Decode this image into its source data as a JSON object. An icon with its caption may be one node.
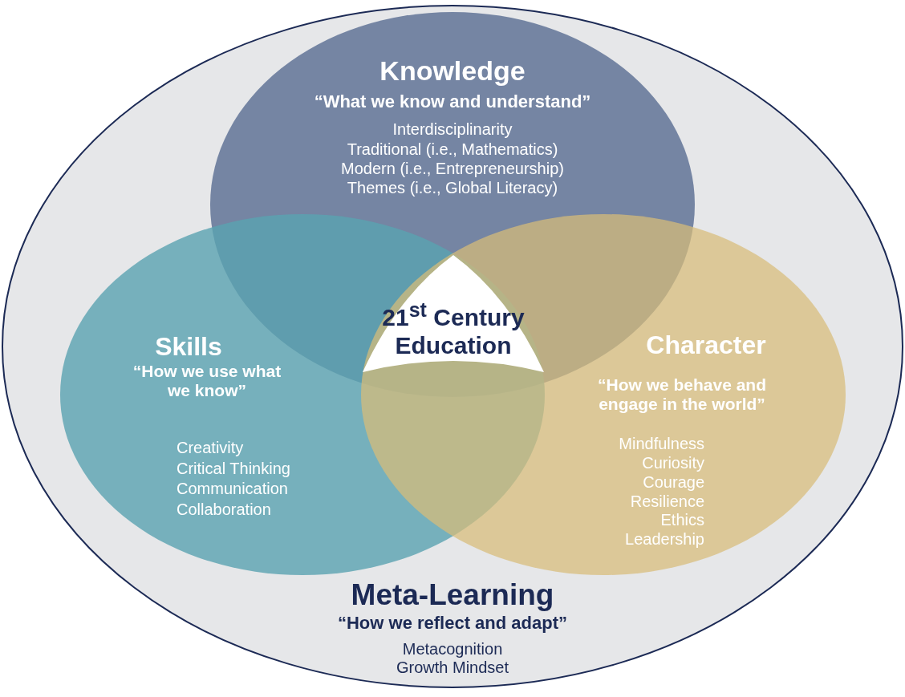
{
  "diagram": {
    "nodes": [
      {
        "text": [
          "Meta-Learning",
          "“How we reflect and adapt”",
          "Metacognition",
          "Growth Mindset"
        ]
      },
      {
        "text": [
          "Knowledge",
          "“What we know and understand”",
          "Interdisciplinarity",
          "Traditional (i.e., Mathematics)",
          "Modern (i.e., Entrepreneurship)",
          "Themes (i.e., Global Literacy)"
        ],
        "in": 0
      },
      {
        "text": [
          "Skills",
          "“How we use what we know”",
          "Creativity",
          "Critical Thinking",
          "Communication",
          "Collaboration"
        ],
        "in": 0
      },
      {
        "text": [
          "Character",
          "“How we behave and engage in the world”",
          "Mindfulness",
          "Curiosity",
          "Courage",
          "Resilience",
          "Ethics",
          "Leadership"
        ],
        "in": 0
      },
      {
        "text": [
          "21$^{st}$ Century Education"
        ]
      }
    ],
    "edges": []
  }
}
